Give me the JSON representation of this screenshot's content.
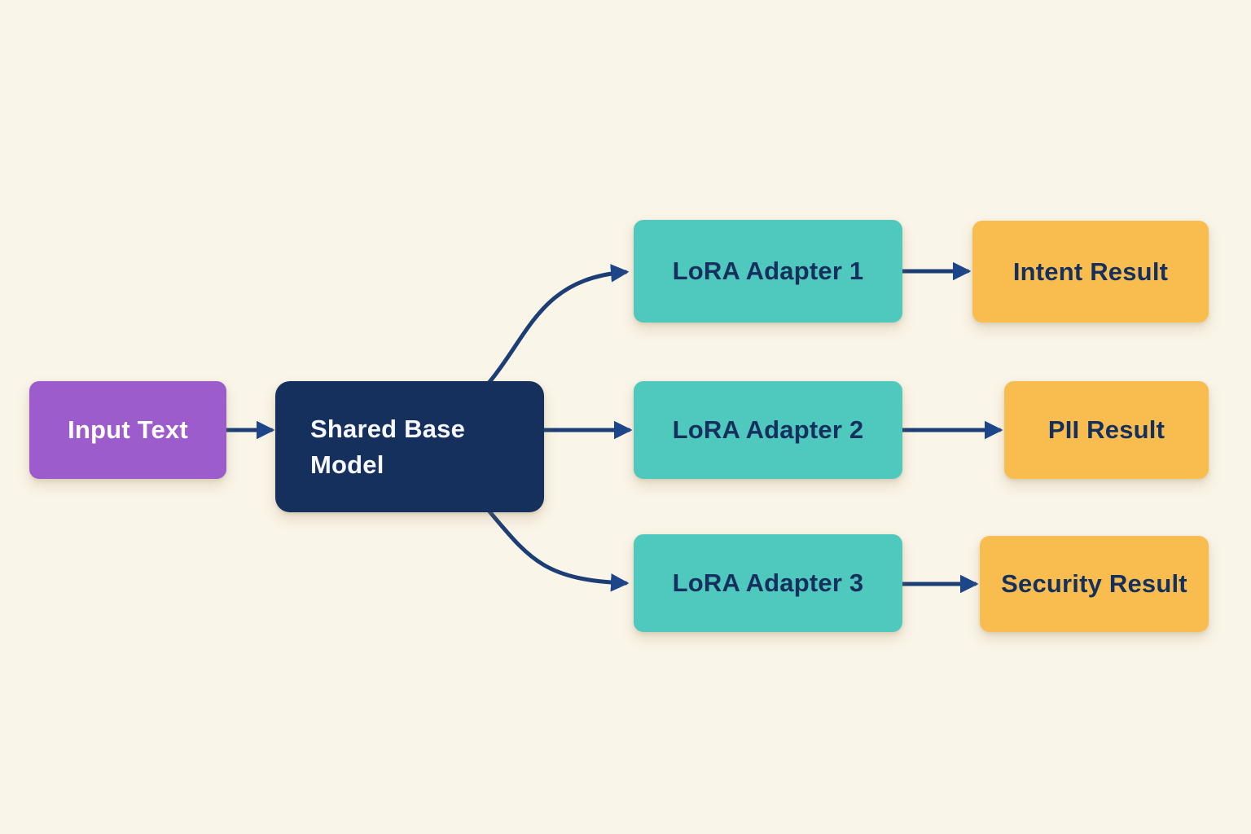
{
  "diagram": {
    "background_color": "#FAF5E9",
    "arrow_color": "#1C3E74",
    "arrowhead_color": "#1C4689",
    "nodes": {
      "input": {
        "label": "Input Text",
        "fill": "#9C5CCB",
        "text_color": "#FFFFFF"
      },
      "base": {
        "label": "Shared Base Model",
        "fill": "#16305E",
        "text_color": "#FFFFFF"
      },
      "adapter1": {
        "label": "LoRA Adapter 1",
        "fill": "#4FC8BE",
        "text_color": "#16305E"
      },
      "adapter2": {
        "label": "LoRA Adapter 2",
        "fill": "#4FC8BE",
        "text_color": "#16305E"
      },
      "adapter3": {
        "label": "LoRA Adapter 3",
        "fill": "#4FC8BE",
        "text_color": "#16305E"
      },
      "intent": {
        "label": "Intent Result",
        "fill": "#F8BD4E",
        "text_color": "#16305E"
      },
      "pii": {
        "label": "PII Result",
        "fill": "#F8BD4E",
        "text_color": "#16305E"
      },
      "security": {
        "label": "Security Result",
        "fill": "#F8BD4E",
        "text_color": "#16305E"
      }
    },
    "edges": [
      {
        "from": "input",
        "to": "base"
      },
      {
        "from": "base",
        "to": "adapter1"
      },
      {
        "from": "base",
        "to": "adapter2"
      },
      {
        "from": "base",
        "to": "adapter3"
      },
      {
        "from": "adapter1",
        "to": "intent"
      },
      {
        "from": "adapter2",
        "to": "pii"
      },
      {
        "from": "adapter3",
        "to": "security"
      }
    ]
  }
}
